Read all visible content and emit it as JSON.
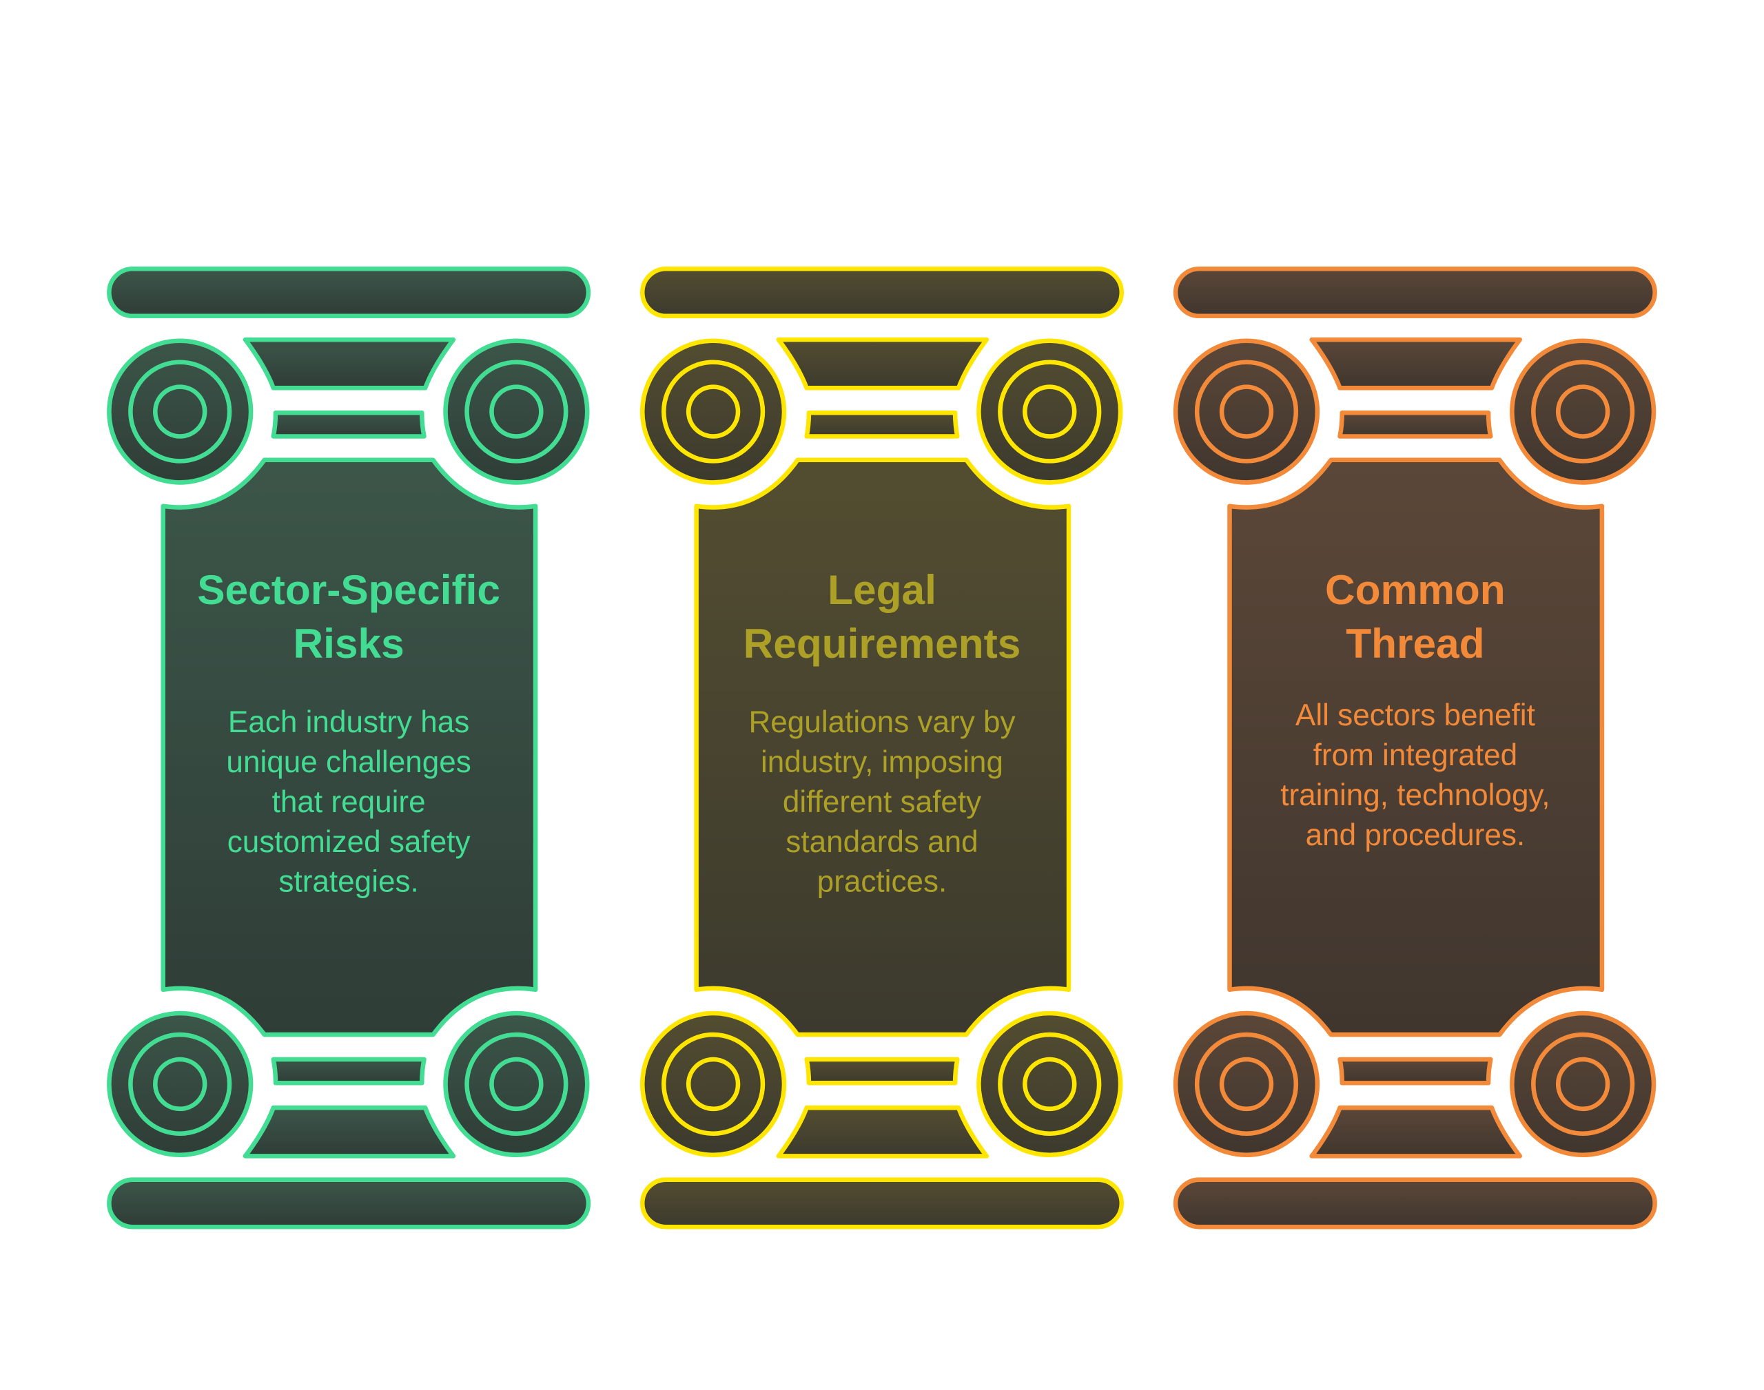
{
  "pillars": [
    {
      "id": "sector-specific-risks",
      "title_lines": [
        "Sector-Specific",
        "Risks"
      ],
      "description_lines": [
        "Each industry has",
        "unique challenges",
        "that require",
        "customized safety",
        "strategies."
      ],
      "colors": {
        "stroke": "#43DC93",
        "text": "#43DC93",
        "fill_top": "#3C5649",
        "fill_bottom": "#2F3D37"
      }
    },
    {
      "id": "legal-requirements",
      "title_lines": [
        "Legal",
        "Requirements"
      ],
      "description_lines": [
        "Regulations vary by",
        "industry, imposing",
        "different safety",
        "standards and",
        "practices."
      ],
      "colors": {
        "stroke": "#FFE600",
        "text": "#ACA026",
        "fill_top": "#534D30",
        "fill_bottom": "#3C3A2E"
      }
    },
    {
      "id": "common-thread",
      "title_lines": [
        "Common",
        "Thread"
      ],
      "description_lines": [
        "All sectors benefit",
        "from integrated",
        "training, technology,",
        "and procedures."
      ],
      "colors": {
        "stroke": "#F28A3A",
        "text": "#F28A3A",
        "fill_top": "#5B4738",
        "fill_bottom": "#40362E"
      }
    }
  ]
}
